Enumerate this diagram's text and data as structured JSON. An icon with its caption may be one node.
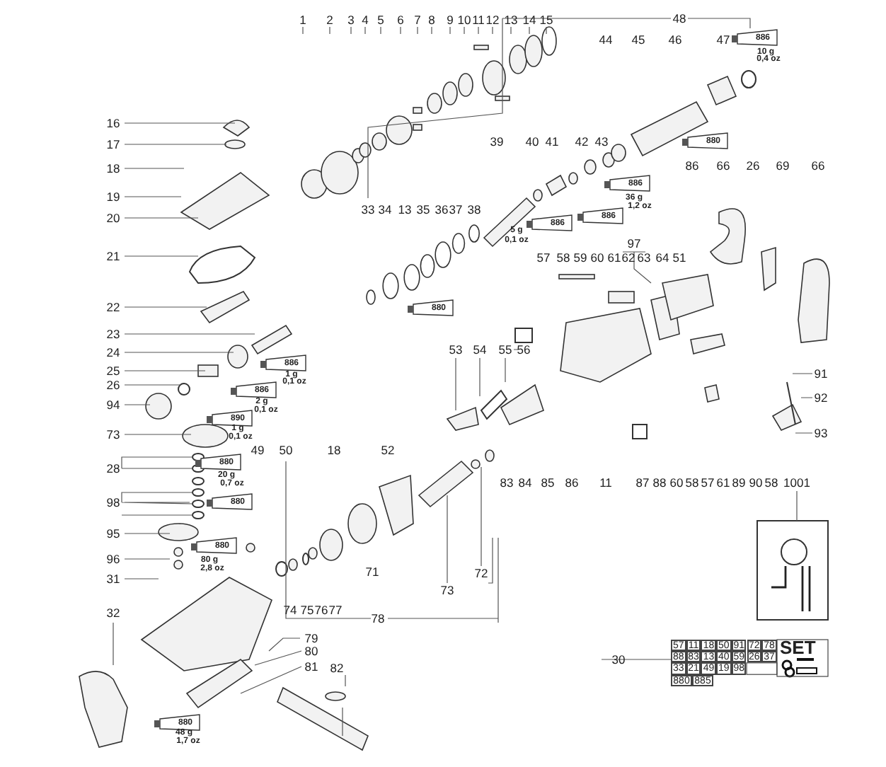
{
  "diagram": {
    "labels": [
      "1",
      "2",
      "3",
      "4",
      "5",
      "6",
      "7",
      "8",
      "9",
      "10",
      "11",
      "12",
      "13",
      "14",
      "15",
      "48",
      "44",
      "45",
      "46",
      "47",
      "886",
      "10 g",
      "0,4 oz",
      "16",
      "17",
      "880",
      "39",
      "40",
      "41",
      "42",
      "43",
      "18",
      "86",
      "66",
      "26",
      "69",
      "66",
      "886",
      "36 g",
      "1,2 oz",
      "19",
      "33",
      "34",
      "13",
      "35",
      "36",
      "37",
      "38",
      "886",
      "20",
      "886",
      "5 g",
      "0,1 oz",
      "97",
      "21",
      "57",
      "58",
      "59",
      "60",
      "61",
      "62",
      "63",
      "64",
      "51",
      "22",
      "880",
      "23",
      "24",
      "53",
      "54",
      "55",
      "56",
      "886",
      "1 g",
      "0,1 oz",
      "25",
      "91",
      "26",
      "886",
      "2 g",
      "0,1 oz",
      "92",
      "94",
      "890",
      "1 g",
      "73",
      "0,1 oz",
      "93",
      "49",
      "50",
      "18",
      "52",
      "880",
      "20 g",
      "0,7 oz",
      "28",
      "83",
      "84",
      "85",
      "86",
      "11",
      "87",
      "88",
      "60",
      "58",
      "57",
      "61",
      "89",
      "90",
      "58",
      "1001",
      "880",
      "98",
      "95",
      "880",
      "80 g",
      "2,8 oz",
      "96",
      "71",
      "72",
      "31",
      "73",
      "32",
      "74",
      "75",
      "76",
      "77",
      "78",
      "79",
      "80",
      "30",
      "57",
      "11",
      "18",
      "50",
      "91",
      "72",
      "78",
      "SET",
      "88",
      "83",
      "13",
      "40",
      "59",
      "26",
      "37",
      "33",
      "21",
      "49",
      "19",
      "98",
      "880",
      "885",
      "81",
      "82",
      "880",
      "48 g",
      "1,7 oz"
    ]
  }
}
